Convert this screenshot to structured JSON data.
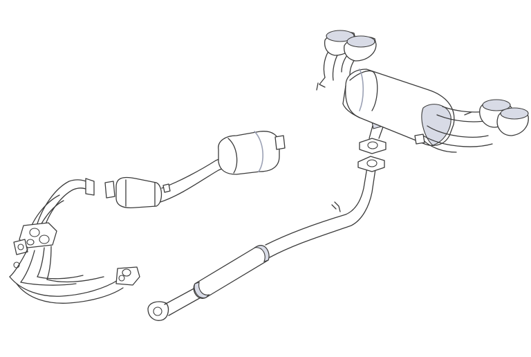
{
  "diagram": {
    "style": "line-art",
    "colors": {
      "stroke": "#3a3a3a",
      "highlight": "#9aa0b4",
      "band": "#d8dbe6",
      "background": "#ffffff"
    },
    "components": [
      "exhaust-header-manifold",
      "catalytic-converter-pipe",
      "front-resonator",
      "center-pipe-with-muffler",
      "rear-muffler-with-quad-tips"
    ]
  }
}
